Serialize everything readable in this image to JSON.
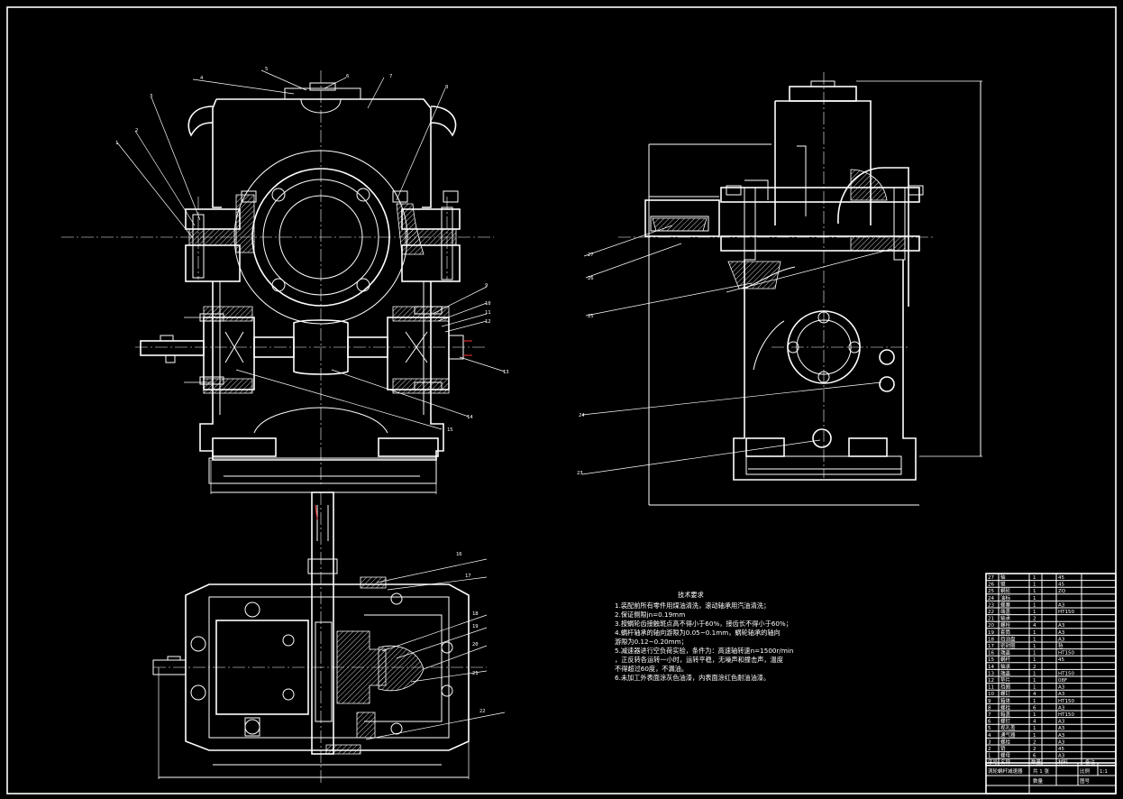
{
  "drawing": {
    "notes_title": "技术要求",
    "notes": [
      "1.装配前所有零件用煤油清洗，滚动轴承用汽油清洗；",
      "2.保证侧隙jn=0.19mm",
      "3.按蜗轮齿接触斑点高不得小于60%，接齿长不得小于60%；",
      "4.蜗杆轴承的轴向游隙为0.05~0.1mm，蜗轮轴承的轴向",
      "   游隙为0.12~0.20mm；",
      "5.减速器进行空负荷实验，条件为：高速轴转速n=1500r/min",
      "  ，正反转各运转一小时，运转平稳，无噪声和撞击声，温度",
      "  不得超过60度，不漏油。",
      "6.未加工外表面涂灰色油漆，内表面涂红色耐油油漆。"
    ],
    "part_labels_front": [
      "1",
      "2",
      "3",
      "4",
      "5",
      "6",
      "7",
      "8",
      "9",
      "10",
      "11",
      "12",
      "13",
      "14",
      "15"
    ],
    "part_labels_side": [
      "27",
      "26",
      "25",
      "24",
      "23"
    ],
    "part_labels_top": [
      "16",
      "17",
      "18",
      "19",
      "20",
      "21",
      "22"
    ],
    "bom_rows": [
      {
        "no": "27",
        "name": "轴",
        "qty": "1",
        "mat": "45"
      },
      {
        "no": "26",
        "name": "键",
        "qty": "1",
        "mat": "45"
      },
      {
        "no": "25",
        "name": "蜗轮",
        "qty": "1",
        "mat": "ZQ"
      },
      {
        "no": "24",
        "name": "油标",
        "qty": "1",
        "mat": ""
      },
      {
        "no": "23",
        "name": "螺塞",
        "qty": "1",
        "mat": "A3"
      },
      {
        "no": "22",
        "name": "端盖",
        "qty": "1",
        "mat": "HT150"
      },
      {
        "no": "21",
        "name": "轴承",
        "qty": "2",
        "mat": ""
      },
      {
        "no": "20",
        "name": "螺栓",
        "qty": "4",
        "mat": "A3"
      },
      {
        "no": "19",
        "name": "套筒",
        "qty": "1",
        "mat": "A3"
      },
      {
        "no": "18",
        "name": "挡油盘",
        "qty": "1",
        "mat": "A3"
      },
      {
        "no": "17",
        "name": "密封圈",
        "qty": "1",
        "mat": "毡"
      },
      {
        "no": "16",
        "name": "端盖",
        "qty": "1",
        "mat": "HT150"
      },
      {
        "no": "15",
        "name": "蜗杆",
        "qty": "1",
        "mat": "45"
      },
      {
        "no": "14",
        "name": "轴承",
        "qty": "2",
        "mat": ""
      },
      {
        "no": "13",
        "name": "端盖",
        "qty": "1",
        "mat": "HT150"
      },
      {
        "no": "12",
        "name": "垫片",
        "qty": "1",
        "mat": "08F"
      },
      {
        "no": "11",
        "name": "挡圈",
        "qty": "1",
        "mat": "A3"
      },
      {
        "no": "10",
        "name": "螺钉",
        "qty": "4",
        "mat": "A3"
      },
      {
        "no": "9",
        "name": "箱体",
        "qty": "1",
        "mat": "HT150"
      },
      {
        "no": "8",
        "name": "螺栓",
        "qty": "6",
        "mat": "A3"
      },
      {
        "no": "7",
        "name": "箱盖",
        "qty": "1",
        "mat": "HT150"
      },
      {
        "no": "6",
        "name": "螺钉",
        "qty": "4",
        "mat": "A3"
      },
      {
        "no": "5",
        "name": "视孔盖",
        "qty": "1",
        "mat": "A3"
      },
      {
        "no": "4",
        "name": "通气器",
        "qty": "1",
        "mat": "A3"
      },
      {
        "no": "3",
        "name": "螺栓",
        "qty": "2",
        "mat": "A3"
      },
      {
        "no": "2",
        "name": "销",
        "qty": "2",
        "mat": "45"
      },
      {
        "no": "1",
        "name": "螺母",
        "qty": "6",
        "mat": "A3"
      }
    ],
    "bom_header": {
      "no": "序号",
      "name": "名称",
      "qty": "数量",
      "mat": "材料",
      "remark": "备注"
    },
    "title_block": {
      "title": "涡轮蜗杆减速器",
      "scale_label": "比例",
      "scale": "1:1",
      "sheet": "共 1 张",
      "qty_label": "数量",
      "drawing_no_label": "图号"
    },
    "colors": {
      "line": "#ffffff",
      "background": "#000000",
      "accent": "#ff3030"
    }
  }
}
